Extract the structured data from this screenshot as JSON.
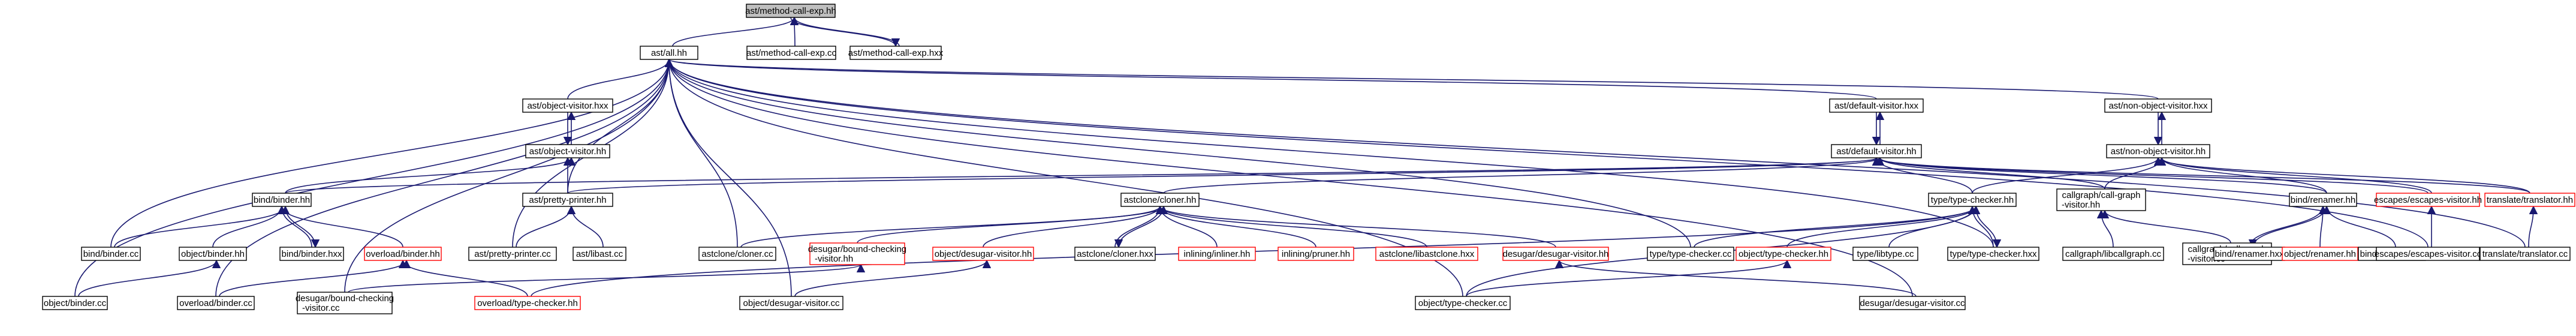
{
  "colors": {
    "edge": "#191970",
    "node_border_black": "#000000",
    "node_border_red": "#ff0000",
    "node_fill": "#ffffff",
    "root_fill": "#bfbfbf",
    "text": "#000000"
  },
  "nodes": [
    {
      "id": "n_root",
      "label": "ast/method-call-exp.hh",
      "border": "black",
      "fill": "root"
    },
    {
      "id": "n_all",
      "label": "ast/all.hh",
      "border": "black"
    },
    {
      "id": "n_mce_cc",
      "label": "ast/method-call-exp.cc",
      "border": "black"
    },
    {
      "id": "n_mce_hxx",
      "label": "ast/method-call-exp.hxx",
      "border": "black"
    },
    {
      "id": "n_ov_hxx",
      "label": "ast/object-visitor.hxx",
      "border": "black"
    },
    {
      "id": "n_ov_hh",
      "label": "ast/object-visitor.hh",
      "border": "black"
    },
    {
      "id": "n_pp_hh",
      "label": "ast/pretty-printer.hh",
      "border": "black"
    },
    {
      "id": "n_dv_hxx",
      "label": "ast/default-visitor.hxx",
      "border": "black"
    },
    {
      "id": "n_dv_hh",
      "label": "ast/default-visitor.hh",
      "border": "black"
    },
    {
      "id": "n_nov_hxx",
      "label": "ast/non-object-visitor.hxx",
      "border": "black"
    },
    {
      "id": "n_nov_hh",
      "label": "ast/non-object-visitor.hh",
      "border": "black"
    },
    {
      "id": "n_bind_binder_hh",
      "label": "bind/binder.hh",
      "border": "black"
    },
    {
      "id": "n_bind_binder_cc",
      "label": "bind/binder.cc",
      "border": "black"
    },
    {
      "id": "n_obj_binder_hh",
      "label": "object/binder.hh",
      "border": "black"
    },
    {
      "id": "n_bind_binder_hxx",
      "label": "bind/binder.hxx",
      "border": "black"
    },
    {
      "id": "n_ovl_binder_hh",
      "label": "overload/binder.hh",
      "border": "red"
    },
    {
      "id": "n_ast_pp_cc",
      "label": "ast/pretty-printer.cc",
      "border": "black"
    },
    {
      "id": "n_ast_libast_cc",
      "label": "ast/libast.cc",
      "border": "black"
    },
    {
      "id": "n_clone_hh",
      "label": "astclone/cloner.hh",
      "border": "black"
    },
    {
      "id": "n_clone_cc",
      "label": "astclone/cloner.cc",
      "border": "black"
    },
    {
      "id": "n_desugar_bcv_hh",
      "label": "desugar/bound-checking\n-visitor.hh",
      "border": "red"
    },
    {
      "id": "n_obj_desugar_hh",
      "label": "object/desugar-visitor.hh",
      "border": "red"
    },
    {
      "id": "n_clone_hxx",
      "label": "astclone/cloner.hxx",
      "border": "black"
    },
    {
      "id": "n_inliner_hh",
      "label": "inlining/inliner.hh",
      "border": "red"
    },
    {
      "id": "n_pruner_hh",
      "label": "inlining/pruner.hh",
      "border": "red"
    },
    {
      "id": "n_libclone_hxx",
      "label": "astclone/libastclone.hxx",
      "border": "red"
    },
    {
      "id": "n_desugar_hh",
      "label": "desugar/desugar-visitor.hh",
      "border": "red"
    },
    {
      "id": "n_type_cc",
      "label": "type/type-checker.cc",
      "border": "black"
    },
    {
      "id": "n_type_hh",
      "label": "type/type-checker.hh",
      "border": "black"
    },
    {
      "id": "n_cg_hh",
      "label": "callgraph/call-graph\n-visitor.hh",
      "border": "black"
    },
    {
      "id": "n_bind_renamer_hh",
      "label": "bind/renamer.hh",
      "border": "black"
    },
    {
      "id": "n_esc_hh",
      "label": "escapes/escapes-visitor.hh",
      "border": "red"
    },
    {
      "id": "n_tr_hh",
      "label": "translate/translator.hh",
      "border": "red"
    },
    {
      "id": "n_obj_tc_hh",
      "label": "object/type-checker.hh",
      "border": "red"
    },
    {
      "id": "n_libtype_cc",
      "label": "type/libtype.cc",
      "border": "black"
    },
    {
      "id": "n_type_hxx",
      "label": "type/type-checker.hxx",
      "border": "black"
    },
    {
      "id": "n_libcg_cc",
      "label": "callgraph/libcallgraph.cc",
      "border": "black"
    },
    {
      "id": "n_cg_cc",
      "label": "callgraph/call-graph\n-visitor.cc",
      "border": "black"
    },
    {
      "id": "n_bind_renamer_hxx",
      "label": "bind/renamer.hxx",
      "border": "black"
    },
    {
      "id": "n_obj_renamer_hh",
      "label": "object/renamer.hh",
      "border": "red"
    },
    {
      "id": "n_bind_renamer_cc",
      "label": "bind/renamer.cc",
      "border": "black"
    },
    {
      "id": "n_esc_cc",
      "label": "escapes/escapes-visitor.cc",
      "border": "black"
    },
    {
      "id": "n_tr_cc",
      "label": "translate/translator.cc",
      "border": "black"
    },
    {
      "id": "n_obj_binder_cc",
      "label": "object/binder.cc",
      "border": "black"
    },
    {
      "id": "n_ovl_binder_cc",
      "label": "overload/binder.cc",
      "border": "black"
    },
    {
      "id": "n_desugar_bcv_cc",
      "label": "desugar/bound-checking\n-visitor.cc",
      "border": "black"
    },
    {
      "id": "n_ovl_tc_hh",
      "label": "overload/type-checker.hh",
      "border": "red"
    },
    {
      "id": "n_obj_desugar_cc",
      "label": "object/desugar-visitor.cc",
      "border": "black"
    },
    {
      "id": "n_obj_tc_cc",
      "label": "object/type-checker.cc",
      "border": "black"
    },
    {
      "id": "n_desugar_cc",
      "label": "desugar/desugar-visitor.cc",
      "border": "black"
    }
  ],
  "edges": [
    [
      "n_root",
      "n_all"
    ],
    [
      "n_root",
      "n_mce_cc"
    ],
    [
      "n_root",
      "n_mce_hxx"
    ],
    [
      "n_mce_hxx",
      "n_root"
    ],
    [
      "n_all",
      "n_ov_hxx"
    ],
    [
      "n_all",
      "n_pp_hh"
    ],
    [
      "n_all",
      "n_dv_hxx"
    ],
    [
      "n_all",
      "n_nov_hxx"
    ],
    [
      "n_all",
      "n_bind_binder_cc"
    ],
    [
      "n_all",
      "n_obj_binder_cc"
    ],
    [
      "n_all",
      "n_ovl_binder_cc"
    ],
    [
      "n_all",
      "n_desugar_bcv_cc"
    ],
    [
      "n_all",
      "n_obj_desugar_cc"
    ],
    [
      "n_all",
      "n_obj_tc_cc"
    ],
    [
      "n_all",
      "n_clone_cc"
    ],
    [
      "n_all",
      "n_type_cc"
    ],
    [
      "n_all",
      "n_type_hxx"
    ],
    [
      "n_all",
      "n_esc_cc"
    ],
    [
      "n_all",
      "n_tr_cc"
    ],
    [
      "n_all",
      "n_ast_pp_cc"
    ],
    [
      "n_all",
      "n_desugar_cc"
    ],
    [
      "n_ov_hxx",
      "n_ov_hh"
    ],
    [
      "n_ov_hh",
      "n_ov_hxx"
    ],
    [
      "n_ov_hh",
      "n_pp_hh"
    ],
    [
      "n_ov_hh",
      "n_bind_binder_hh"
    ],
    [
      "n_dv_hxx",
      "n_dv_hh"
    ],
    [
      "n_dv_hh",
      "n_dv_hxx"
    ],
    [
      "n_nov_hxx",
      "n_nov_hh"
    ],
    [
      "n_nov_hh",
      "n_nov_hxx"
    ],
    [
      "n_dv_hh",
      "n_bind_binder_hh"
    ],
    [
      "n_dv_hh",
      "n_pp_hh"
    ],
    [
      "n_dv_hh",
      "n_clone_hh"
    ],
    [
      "n_dv_hh",
      "n_type_hh"
    ],
    [
      "n_dv_hh",
      "n_cg_hh"
    ],
    [
      "n_dv_hh",
      "n_bind_renamer_hh"
    ],
    [
      "n_dv_hh",
      "n_esc_hh"
    ],
    [
      "n_dv_hh",
      "n_tr_hh"
    ],
    [
      "n_nov_hh",
      "n_type_hh"
    ],
    [
      "n_nov_hh",
      "n_cg_hh"
    ],
    [
      "n_nov_hh",
      "n_bind_renamer_hh"
    ],
    [
      "n_nov_hh",
      "n_esc_hh"
    ],
    [
      "n_nov_hh",
      "n_tr_hh"
    ],
    [
      "n_pp_hh",
      "n_ast_pp_cc"
    ],
    [
      "n_pp_hh",
      "n_ast_libast_cc"
    ],
    [
      "n_bind_binder_hh",
      "n_bind_binder_cc"
    ],
    [
      "n_bind_binder_hh",
      "n_obj_binder_hh"
    ],
    [
      "n_bind_binder_hh",
      "n_bind_binder_hxx"
    ],
    [
      "n_bind_binder_hxx",
      "n_bind_binder_hh"
    ],
    [
      "n_bind_binder_hh",
      "n_ovl_binder_hh"
    ],
    [
      "n_obj_binder_hh",
      "n_obj_binder_cc"
    ],
    [
      "n_ovl_binder_hh",
      "n_ovl_binder_cc"
    ],
    [
      "n_ovl_binder_hh",
      "n_ovl_tc_hh"
    ],
    [
      "n_clone_hh",
      "n_clone_cc"
    ],
    [
      "n_clone_hh",
      "n_desugar_bcv_hh"
    ],
    [
      "n_clone_hh",
      "n_obj_desugar_hh"
    ],
    [
      "n_clone_hh",
      "n_clone_hxx"
    ],
    [
      "n_clone_hxx",
      "n_clone_hh"
    ],
    [
      "n_clone_hh",
      "n_inliner_hh"
    ],
    [
      "n_clone_hh",
      "n_pruner_hh"
    ],
    [
      "n_clone_hh",
      "n_libclone_hxx"
    ],
    [
      "n_clone_hh",
      "n_desugar_hh"
    ],
    [
      "n_desugar_bcv_hh",
      "n_desugar_bcv_cc"
    ],
    [
      "n_obj_desugar_hh",
      "n_obj_desugar_cc"
    ],
    [
      "n_desugar_hh",
      "n_desugar_cc"
    ],
    [
      "n_type_hh",
      "n_type_cc"
    ],
    [
      "n_type_hh",
      "n_obj_tc_hh"
    ],
    [
      "n_type_hh",
      "n_libtype_cc"
    ],
    [
      "n_type_hh",
      "n_type_hxx"
    ],
    [
      "n_type_hxx",
      "n_type_hh"
    ],
    [
      "n_type_hh",
      "n_ovl_tc_hh"
    ],
    [
      "n_type_hh",
      "n_obj_tc_cc"
    ],
    [
      "n_obj_tc_hh",
      "n_obj_tc_cc"
    ],
    [
      "n_cg_hh",
      "n_libcg_cc"
    ],
    [
      "n_cg_hh",
      "n_cg_cc"
    ],
    [
      "n_bind_renamer_hh",
      "n_bind_renamer_hxx"
    ],
    [
      "n_bind_renamer_hxx",
      "n_bind_renamer_hh"
    ],
    [
      "n_bind_renamer_hh",
      "n_obj_renamer_hh"
    ],
    [
      "n_bind_renamer_hh",
      "n_bind_renamer_cc"
    ],
    [
      "n_esc_hh",
      "n_esc_cc"
    ],
    [
      "n_tr_hh",
      "n_tr_cc"
    ]
  ]
}
